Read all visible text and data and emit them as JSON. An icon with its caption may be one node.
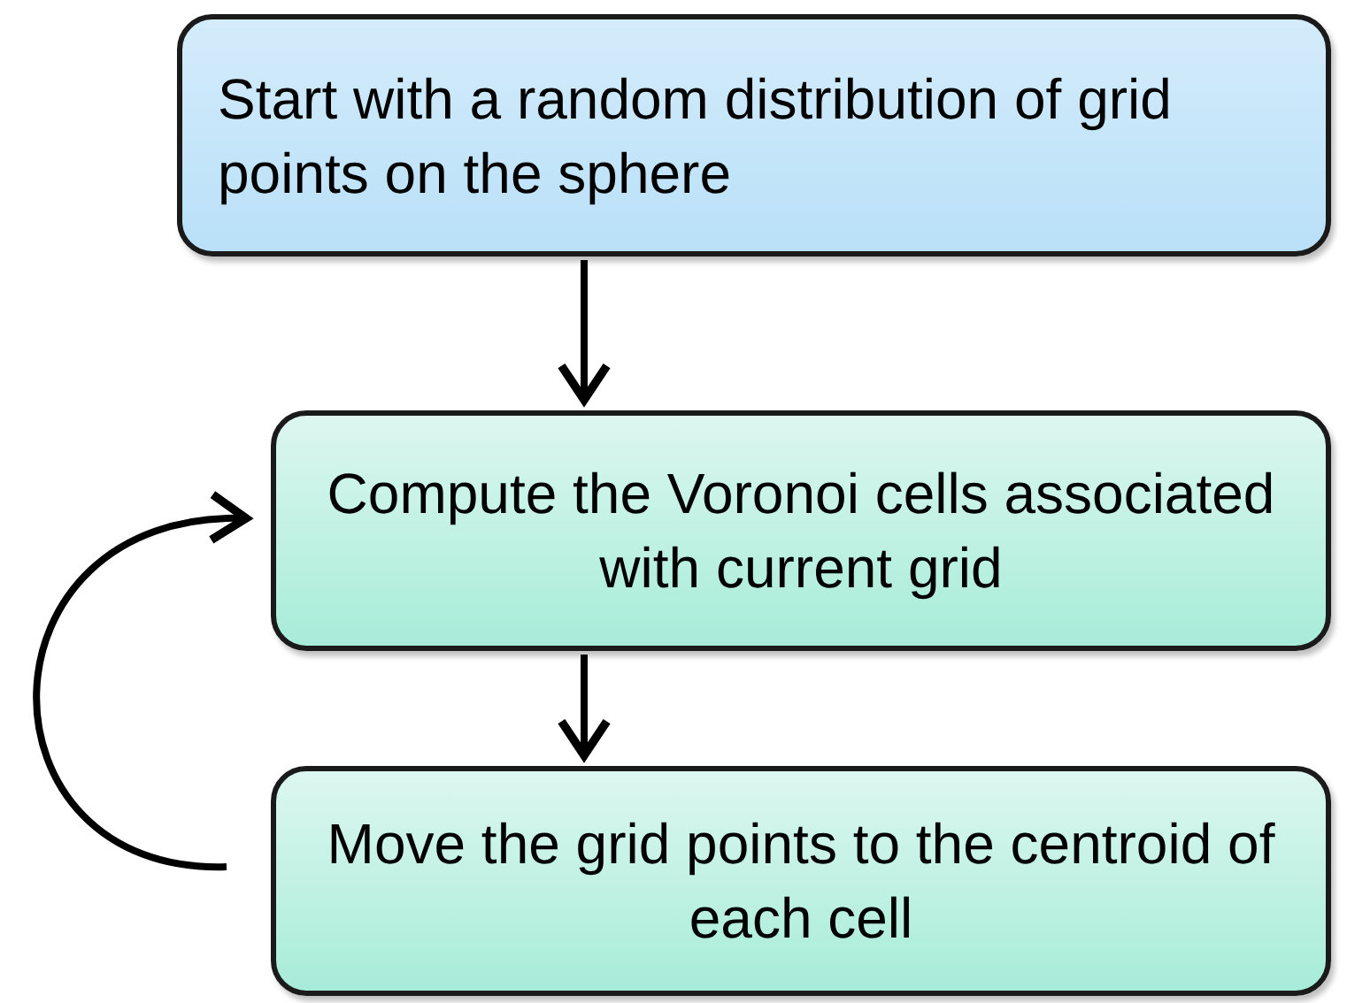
{
  "diagram": {
    "nodes": [
      {
        "text": [
          "Start with a random distribution of grid points on the sphere"
        ]
      },
      {
        "text": [
          "Compute the Voronoi cells associated with current grid"
        ]
      },
      {
        "text": [
          "Move the grid points to the centroid of each cell"
        ]
      }
    ],
    "edges": [
      {
        "from": 0,
        "to": 1,
        "arrow": "to"
      },
      {
        "from": 1,
        "to": 2,
        "arrow": "to"
      },
      {
        "from": 2,
        "to": 1,
        "arrow": "to"
      }
    ]
  }
}
